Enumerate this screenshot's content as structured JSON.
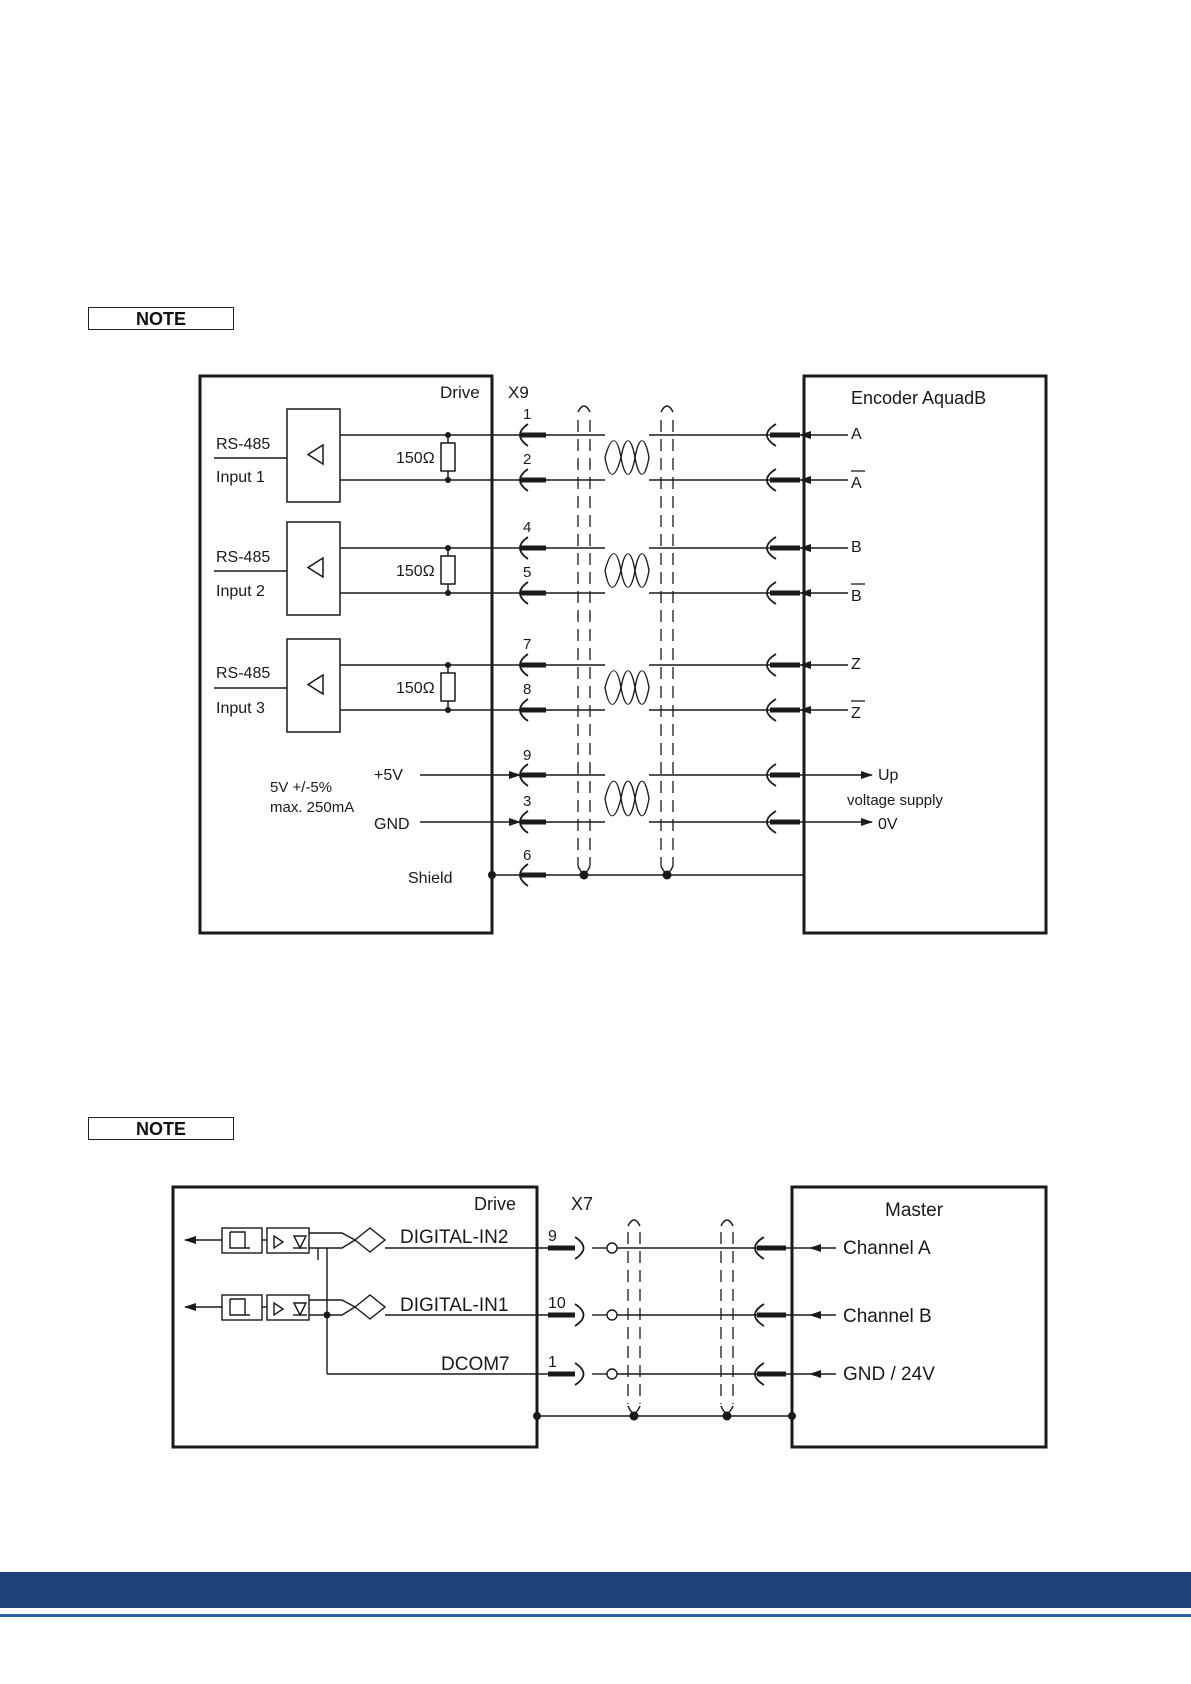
{
  "notes": {
    "top": "NOTE",
    "bottom": "NOTE"
  },
  "encoder_diagram": {
    "drive_label": "Drive",
    "connector": "X9",
    "device_label": "Encoder AquadB",
    "input_channels": [
      {
        "line1": "RS-485",
        "line2": "Input 1",
        "resistor": "150Ω",
        "pins": [
          "1",
          "2"
        ],
        "signals": [
          "A",
          "A"
        ]
      },
      {
        "line1": "RS-485",
        "line2": "Input 2",
        "resistor": "150Ω",
        "pins": [
          "4",
          "5"
        ],
        "signals": [
          "B",
          "B"
        ]
      },
      {
        "line1": "RS-485",
        "line2": "Input 3",
        "resistor": "150Ω",
        "pins": [
          "7",
          "8"
        ],
        "signals": [
          "Z",
          "Z"
        ]
      }
    ],
    "supply": {
      "spec_line1": "5V +/-5%",
      "spec_line2": "max. 250mA",
      "plus_label": "+5V",
      "gnd_label": "GND",
      "pins": [
        "9",
        "3"
      ],
      "up_label": "Up",
      "supply_label": "voltage supply",
      "zero_label": "0V"
    },
    "shield": {
      "label": "Shield",
      "pin": "6"
    }
  },
  "master_diagram": {
    "drive_label": "Drive",
    "connector": "X7",
    "device_label": "Master",
    "inputs": [
      {
        "name": "DIGITAL-IN2",
        "pin": "9",
        "channel": "Channel A"
      },
      {
        "name": "DIGITAL-IN1",
        "pin": "10",
        "channel": "Channel B"
      }
    ],
    "common": {
      "name": "DCOM7",
      "pin": "1",
      "channel": "GND / 24V"
    }
  },
  "colors": {
    "footer_bar": "#1f4179",
    "footer_line": "#2f62a8",
    "line": "#1a1a1a"
  }
}
